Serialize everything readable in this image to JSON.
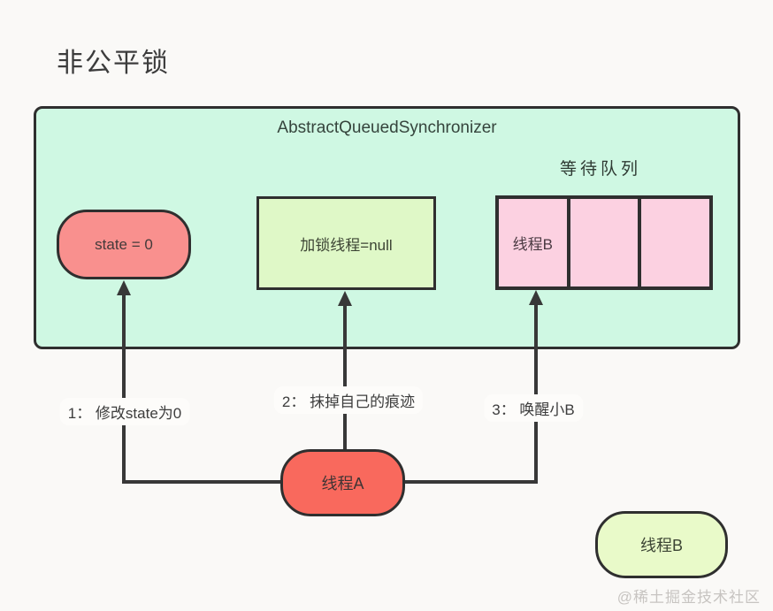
{
  "page": {
    "title": "非公平锁",
    "watermark": "@稀土掘金技术社区",
    "background_color": "#faf9f7",
    "line_color": "#383838",
    "border_color": "#2f2f2f"
  },
  "aqs": {
    "title": "AbstractQueuedSynchronizer",
    "fill_color": "#cff8e3",
    "state_node": {
      "label": "state = 0",
      "fill_color": "#f9908e"
    },
    "lock_thread_node": {
      "label": "加锁线程=null",
      "fill_color": "#dff8c7"
    },
    "wait_queue": {
      "label": "等待队列",
      "cell_fill_color": "#fcd1e1",
      "cells": [
        "线程B",
        "",
        ""
      ]
    }
  },
  "threads": {
    "thread_a": {
      "label": "线程A",
      "fill_color": "#f9695d"
    },
    "thread_b": {
      "label": "线程B",
      "fill_color": "#e9fac9"
    }
  },
  "steps": [
    {
      "label": "1：  修改state为0"
    },
    {
      "label": "2：  抹掉自己的痕迹"
    },
    {
      "label": "3：  唤醒小B"
    }
  ]
}
